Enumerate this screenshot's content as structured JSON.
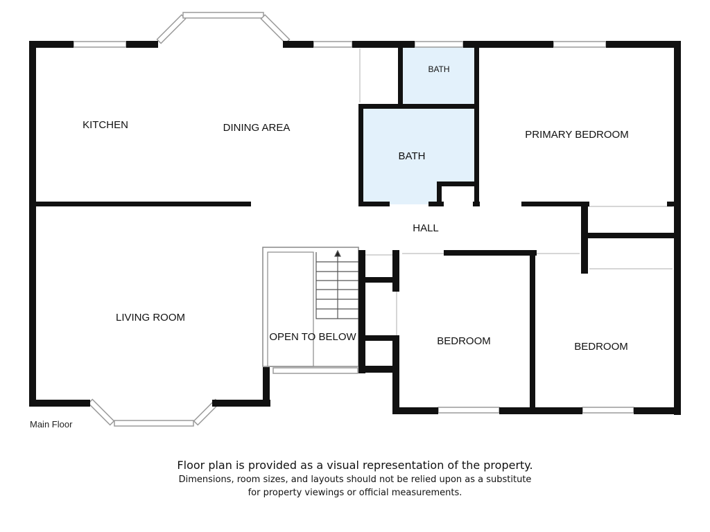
{
  "floor_label": "Main Floor",
  "rooms": {
    "kitchen": "KITCHEN",
    "dining_area": "DINING AREA",
    "bath_small": "BATH",
    "bath_main": "BATH",
    "primary_bedroom": "PRIMARY BEDROOM",
    "hall": "HALL",
    "living_room": "LIVING ROOM",
    "open_to_below": "OPEN TO BELOW",
    "bedroom_1": "BEDROOM",
    "bedroom_2": "BEDROOM"
  },
  "disclaimer": {
    "line1": "Floor plan is provided as a visual representation of the property.",
    "line2": "Dimensions, room sizes, and layouts should not be relied upon as a substitute",
    "line3": "for property viewings or official measurements."
  },
  "colors": {
    "wall": "#111111",
    "bath_fill": "#e3f1fb",
    "window": "#cfcfcf"
  }
}
